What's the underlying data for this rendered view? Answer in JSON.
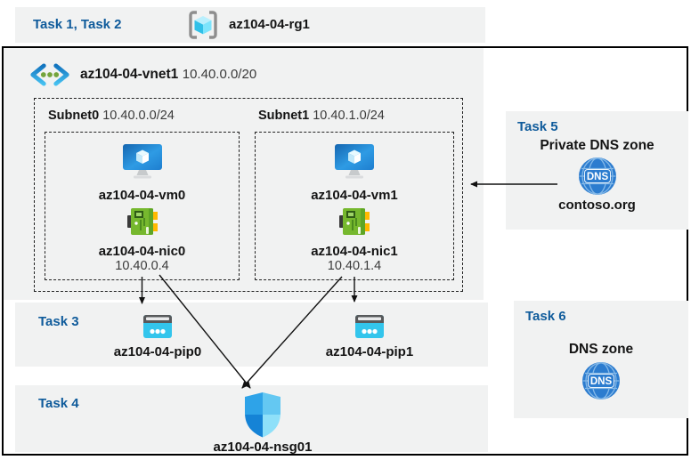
{
  "top_band": {
    "task_label": "Task 1, Task 2",
    "resource_group": "az104-04-rg1"
  },
  "vnet": {
    "name": "az104-04-vnet1",
    "cidr": "10.40.0.0/20"
  },
  "subnets": [
    {
      "name": "Subnet0",
      "cidr": "10.40.0.0/24",
      "vm": "az104-04-vm0",
      "nic": "az104-04-nic0",
      "ip": "10.40.0.4"
    },
    {
      "name": "Subnet1",
      "cidr": "10.40.1.0/24",
      "vm": "az104-04-vm1",
      "nic": "az104-04-nic1",
      "ip": "10.40.1.4"
    }
  ],
  "task3": {
    "label": "Task 3",
    "pips": [
      "az104-04-pip0",
      "az104-04-pip1"
    ]
  },
  "task4": {
    "label": "Task 4",
    "nsg": "az104-04-nsg01"
  },
  "task5": {
    "label": "Task 5",
    "title": "Private DNS zone",
    "zone": "contoso.org",
    "icon_text": "DNS"
  },
  "task6": {
    "label": "Task 6",
    "title": "DNS zone",
    "icon_text": "DNS"
  },
  "icons": {
    "resource-group-icon": "cube in gray brackets",
    "vnet-icon": "blue chevrons with green dots",
    "vm-icon": "blue monitor with cube",
    "nic-icon": "green network card",
    "public-ip-icon": "cyan browser card with dots",
    "dns-icon": "blue globe labeled DNS",
    "nsg-icon": "blue quadrant shield"
  },
  "colors": {
    "task_label": "#0F5B9B",
    "panel_gray": "#F1F2F2",
    "border_black": "#000000",
    "pip_cyan": "#33C5EC",
    "nic_green": "#76B82E",
    "dns_blue": "#2C7CCF",
    "vm_blue": "#2188D8"
  }
}
